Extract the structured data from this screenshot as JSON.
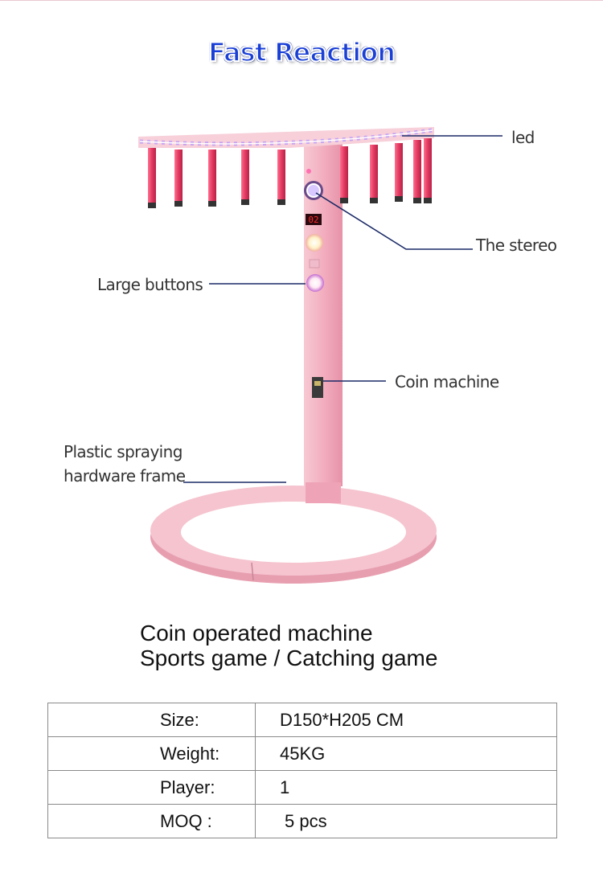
{
  "title": "Fast Reaction",
  "callouts": {
    "led": "led",
    "stereo": "The stereo",
    "large_buttons": "Large buttons",
    "coin_machine": "Coin machine",
    "frame_line1": "Plastic spraying",
    "frame_line2": "hardware frame"
  },
  "display_digits": "02",
  "description": {
    "line1": "Coin operated machine",
    "line2": "Sports game / Catching game"
  },
  "specs": [
    {
      "key": "Size:",
      "value": "D150*H205 CM"
    },
    {
      "key": "Weight:",
      "value": "45KG"
    },
    {
      "key": "Player:",
      "value": "1"
    },
    {
      "key": "MOQ :",
      "value": "5 pcs"
    }
  ],
  "colors": {
    "title_blue": "#1a3fd6",
    "frame_pink": "#f2b3c2",
    "callout_line": "#1a2a66",
    "led_purple": "#b58cf0"
  }
}
